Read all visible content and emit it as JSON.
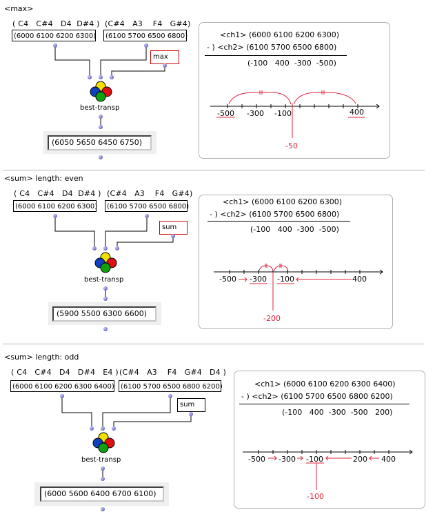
{
  "sections": [
    {
      "title": "<max>",
      "input1": {
        "notes": "( C4   C#4   D4  D#4 )",
        "value": "(6000 6100 6200 6300)"
      },
      "input2": {
        "notes": "(C#4   A3    F4   G#4)",
        "value": "(6100 5700 6500 6800)"
      },
      "mode": "max",
      "function_label": "best-transp",
      "output": "(6050 5650 6450 6750)",
      "explanation": {
        "ch1": "<ch1> (6000 6100 6200 6300)",
        "ch2": "- ) <ch2> (6100 5700 6500 6800)",
        "diff": "(-100   400  -300  -500)",
        "axis_labels": [
          "-500",
          "-300",
          "-100",
          "400"
        ],
        "result": "-50"
      }
    },
    {
      "title": "<sum> length: even",
      "input1": {
        "notes": "( C4   C#4   D4  D#4 )",
        "value": "(6000 6100 6200 6300)"
      },
      "input2": {
        "notes": "(C#4   A3    F4   G#4)",
        "value": "(6100 5700 6500 6800)"
      },
      "mode": "sum",
      "function_label": "best-transp",
      "output": "(5900 5500 6300 6600)",
      "explanation": {
        "ch1": "<ch1> (6000 6100 6200 6300)",
        "ch2": "- ) <ch2> (6100 5700 6500 6800)",
        "diff": "(-100   400  -300  -500)",
        "axis_labels": [
          "-500",
          "-300",
          "-100",
          "400"
        ],
        "result": "-200"
      }
    },
    {
      "title": "<sum> length: odd",
      "input1": {
        "notes": "( C4   C#4   D4   D#4   E4 )",
        "value": "(6000 6100 6200 6300 6400)"
      },
      "input2": {
        "notes": "(C#4   A3    F4   G#4   D4 )",
        "value": "(6100 5700 6500 6800 6200)"
      },
      "mode": "sum",
      "function_label": "best-transp",
      "output": "(6000 5600 6400 6700 6100)",
      "explanation": {
        "ch1": "<ch1> (6000 6100 6200 6300 6400)",
        "ch2": "- ) <ch2> (6100 5700 6500 6800 6200)",
        "diff": "(-100   400  -300  -500   200)",
        "axis_labels": [
          "-500",
          "-300",
          "-100",
          "200",
          "400"
        ],
        "result": "-100"
      }
    }
  ],
  "colors": {
    "accent_red": "#e0203a",
    "port": "#7070cc",
    "mode_box_border_red": "#d00000"
  }
}
